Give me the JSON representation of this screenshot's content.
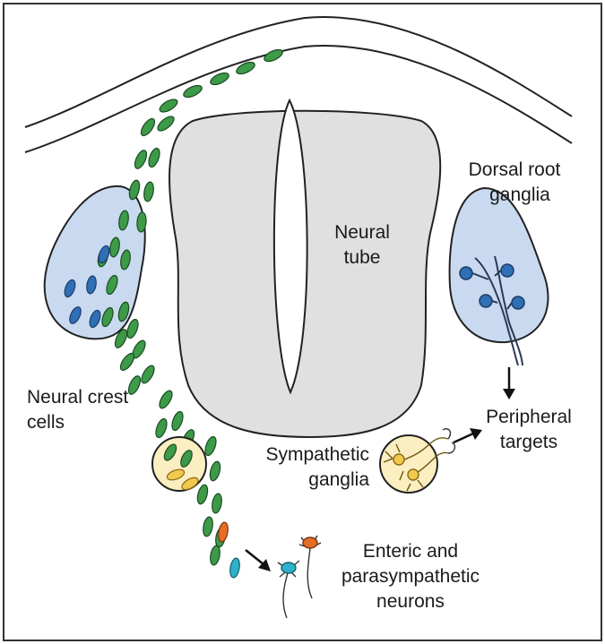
{
  "labels": {
    "dorsal_root_1": "Dorsal root",
    "dorsal_root_2": "ganglia",
    "neural_tube_1": "Neural",
    "neural_tube_2": "tube",
    "neural_crest_1": "Neural crest",
    "neural_crest_2": "cells",
    "peripheral_1": "Peripheral",
    "peripheral_2": "targets",
    "sympathetic_1": "Sympathetic",
    "sympathetic_2": "ganglia",
    "enteric_1": "Enteric and",
    "enteric_2": "parasympathetic",
    "enteric_3": "neurons"
  },
  "colors": {
    "crest_cell": "#3d9a48",
    "ganglion_fill": "#c9daf0",
    "dorsal_neuron": "#2e6fb6",
    "tube_fill": "#e0e0e0",
    "sympathetic_fill": "#fbeec0",
    "sympathetic_cell": "#f2c84f",
    "orange_cell": "#e36d24",
    "cyan_cell": "#2fb1c9"
  }
}
